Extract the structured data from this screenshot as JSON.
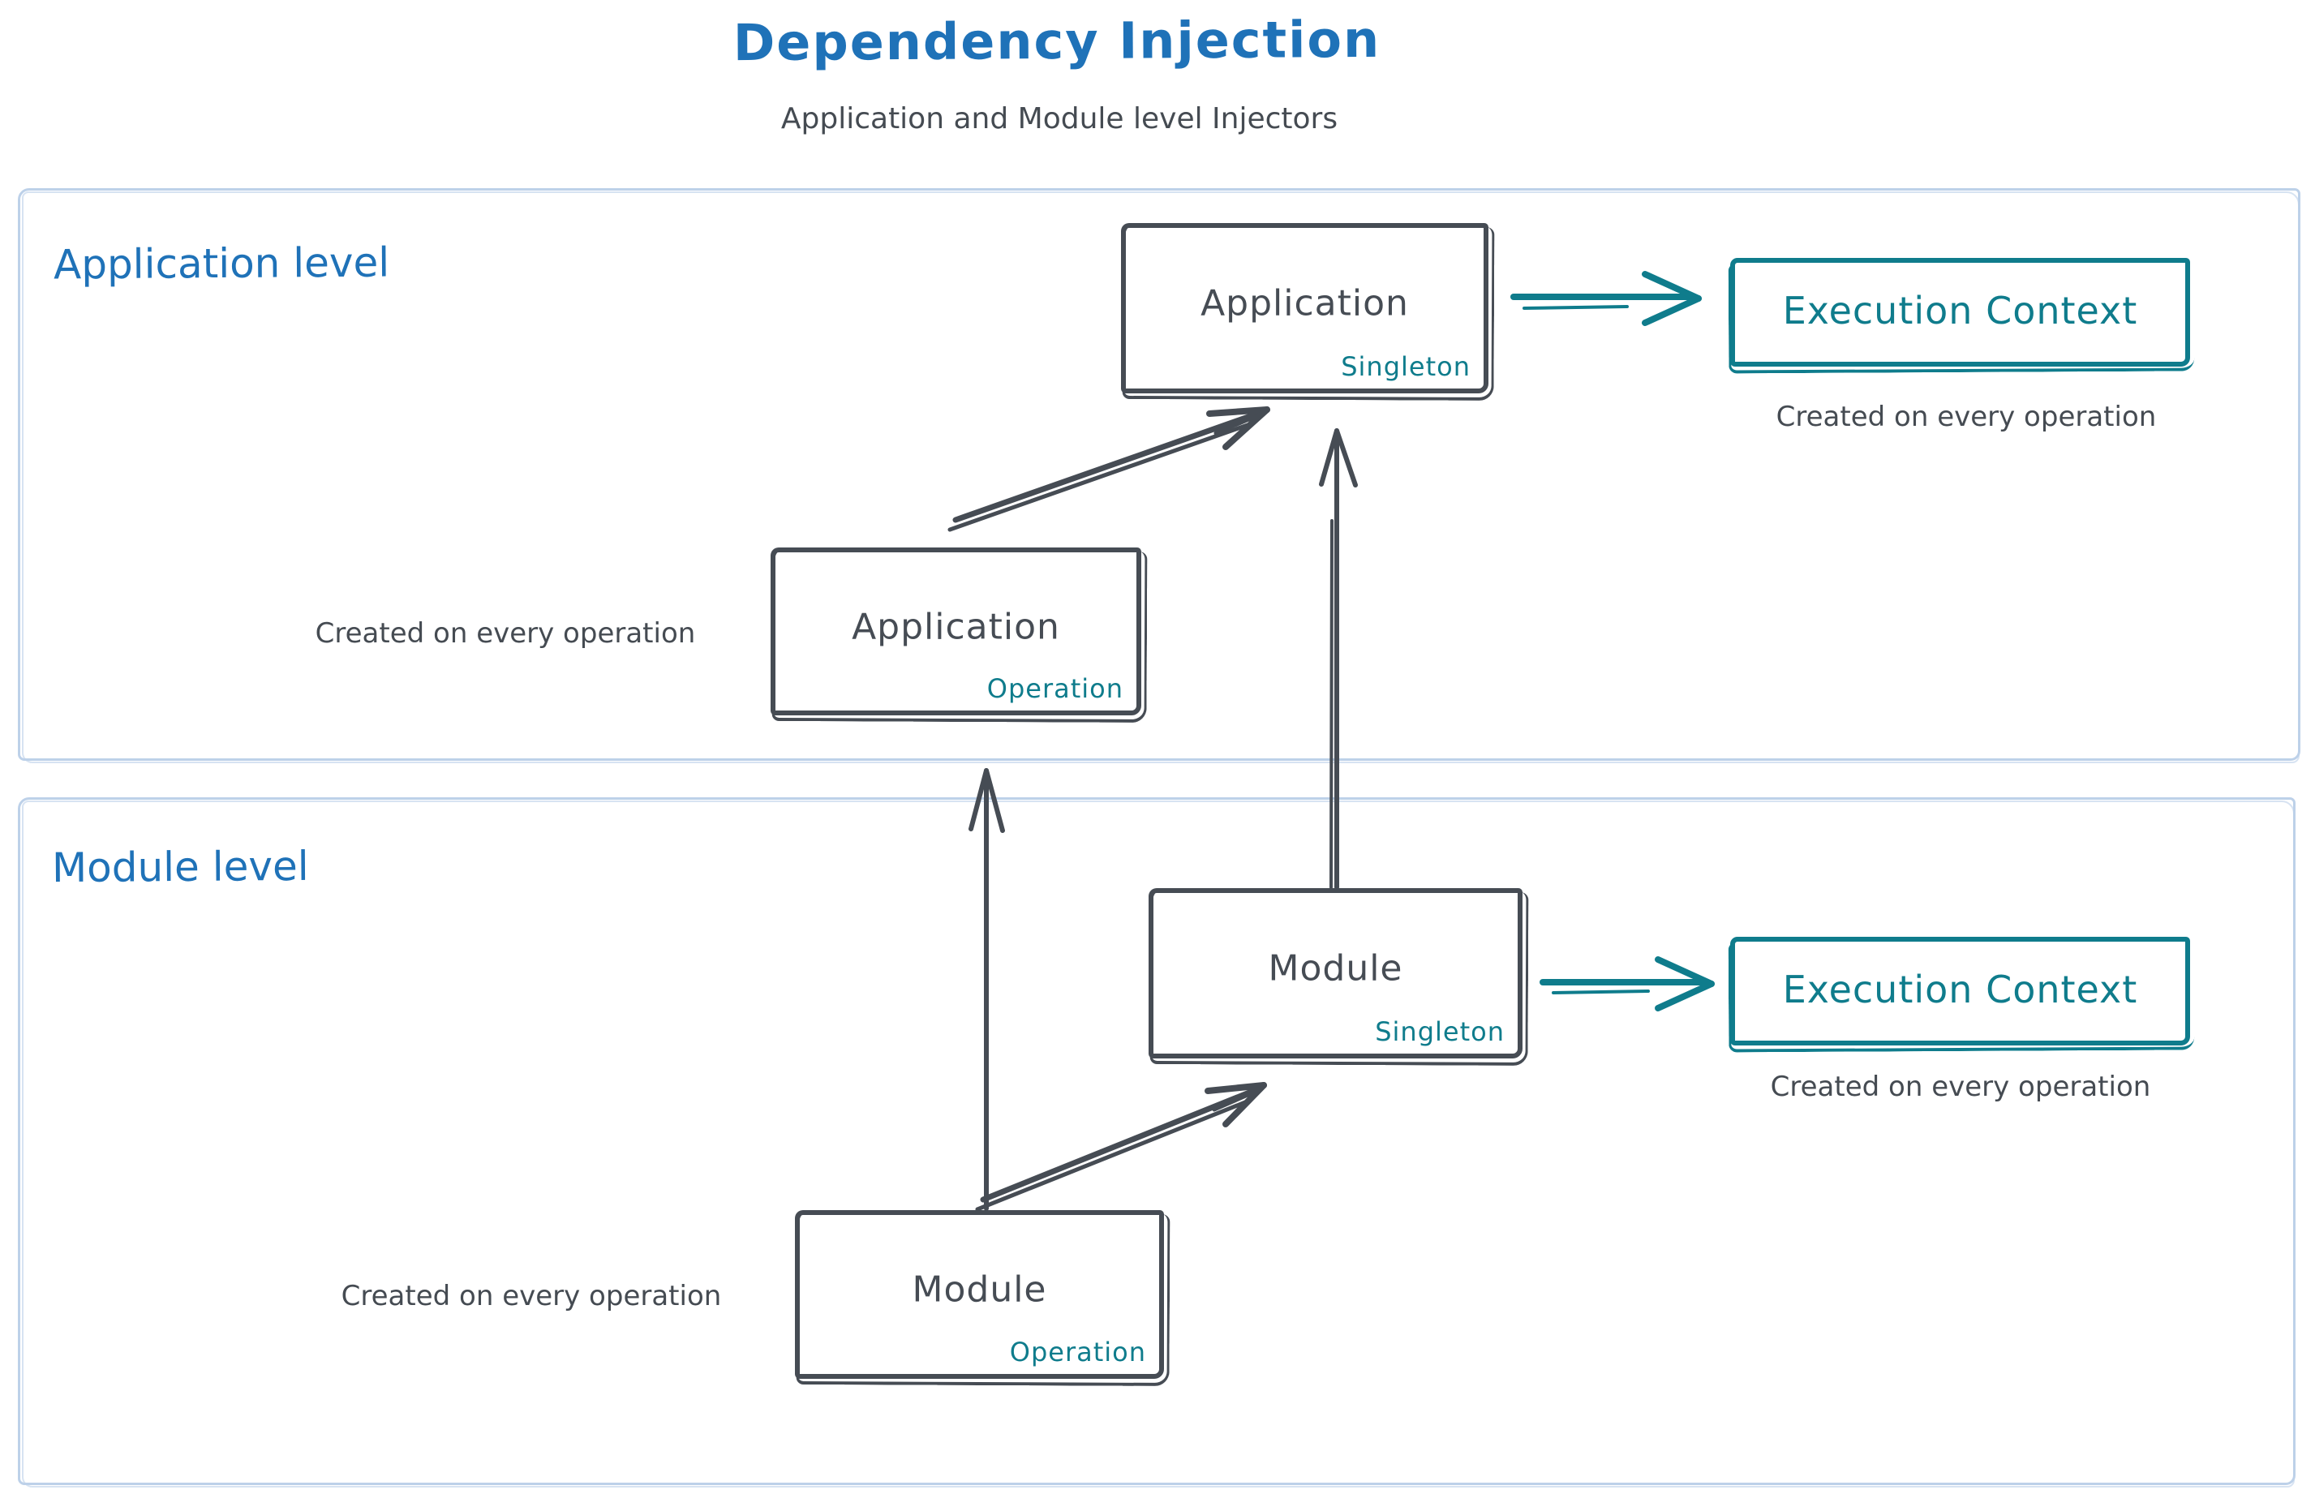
{
  "title": "Dependency Injection",
  "subtitle": "Application and Module level Injectors",
  "colors": {
    "heading_blue": "#1f72b8",
    "stroke_dark": "#464c54",
    "teal": "#0f7c8c",
    "section_border_blue": "#bdd1e9",
    "text_gray": "#454b52"
  },
  "sections": {
    "application": {
      "label": "Application level"
    },
    "module": {
      "label": "Module level"
    }
  },
  "boxes": {
    "app_singleton": {
      "title": "Application",
      "tag": "Singleton"
    },
    "app_operation": {
      "title": "Application",
      "tag": "Operation"
    },
    "module_singleton": {
      "title": "Module",
      "tag": "Singleton"
    },
    "module_operation": {
      "title": "Module",
      "tag": "Operation"
    },
    "app_execution_context": {
      "title": "Execution Context"
    },
    "module_execution_context": {
      "title": "Execution Context"
    }
  },
  "captions": {
    "app_execution_context": "Created on every operation",
    "app_operation": "Created on every operation",
    "module_execution_context": "Created on every operation",
    "module_operation": "Created on every operation"
  }
}
